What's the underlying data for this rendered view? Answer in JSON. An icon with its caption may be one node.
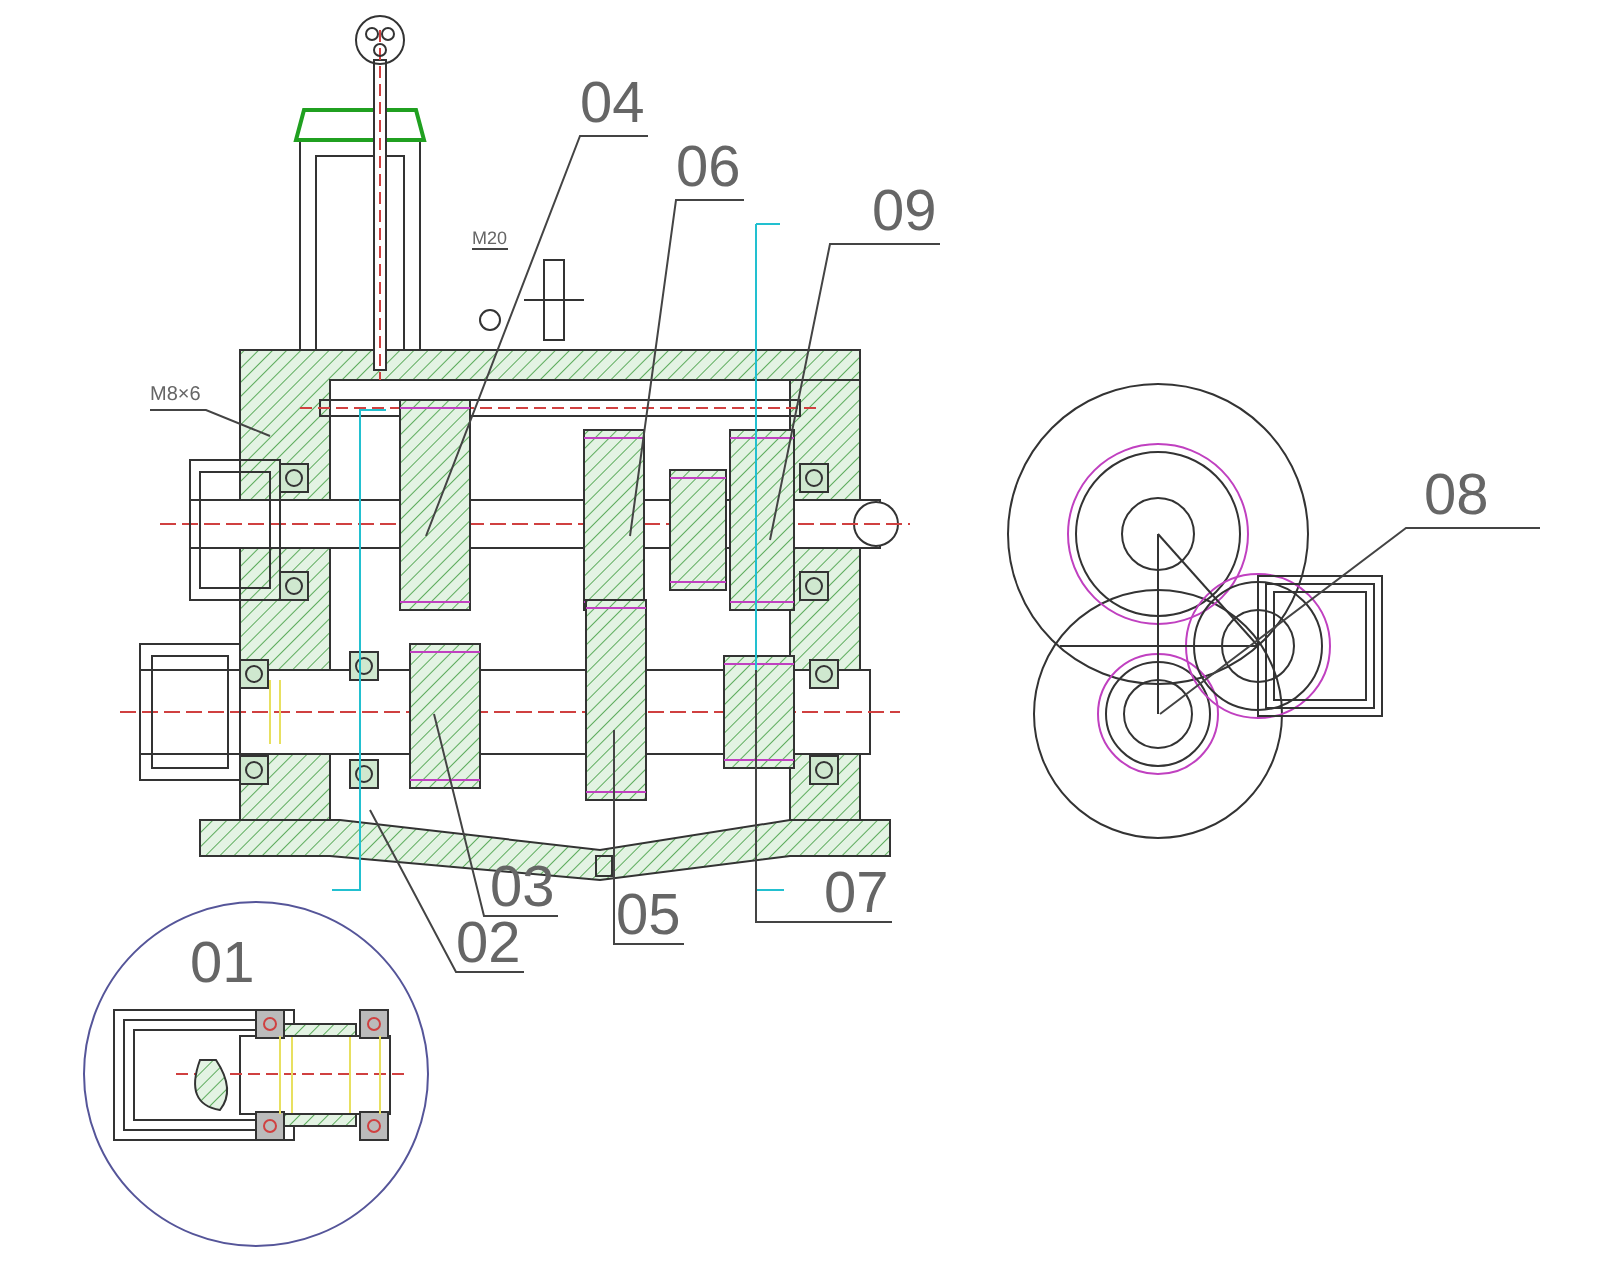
{
  "diagram": {
    "nodes": [
      {
        "text": [
          "04"
        ]
      },
      {
        "text": [
          "06"
        ]
      },
      {
        "text": [
          "09"
        ]
      },
      {
        "text": [
          "M8×6"
        ]
      },
      {
        "text": [
          "08"
        ]
      },
      {
        "text": [
          "02"
        ]
      },
      {
        "text": [
          "03"
        ]
      },
      {
        "text": [
          "05"
        ]
      },
      {
        "text": [
          "07"
        ]
      }
    ],
    "edges": [
      {
        "from": 0,
        "to": null,
        "arrow": "none"
      },
      {
        "from": 1,
        "to": null,
        "arrow": "none"
      },
      {
        "from": 2,
        "to": null,
        "arrow": "none"
      },
      {
        "from": 3,
        "to": null,
        "arrow": "none"
      },
      {
        "from": 4,
        "to": null,
        "arrow": "none"
      },
      {
        "from": 5,
        "to": null,
        "arrow": "none"
      },
      {
        "from": 6,
        "to": null,
        "arrow": "none"
      },
      {
        "from": 7,
        "to": null,
        "arrow": "none"
      },
      {
        "from": 8,
        "to": null,
        "arrow": "none"
      }
    ],
    "labels": [
      "M20",
      "01"
    ]
  }
}
